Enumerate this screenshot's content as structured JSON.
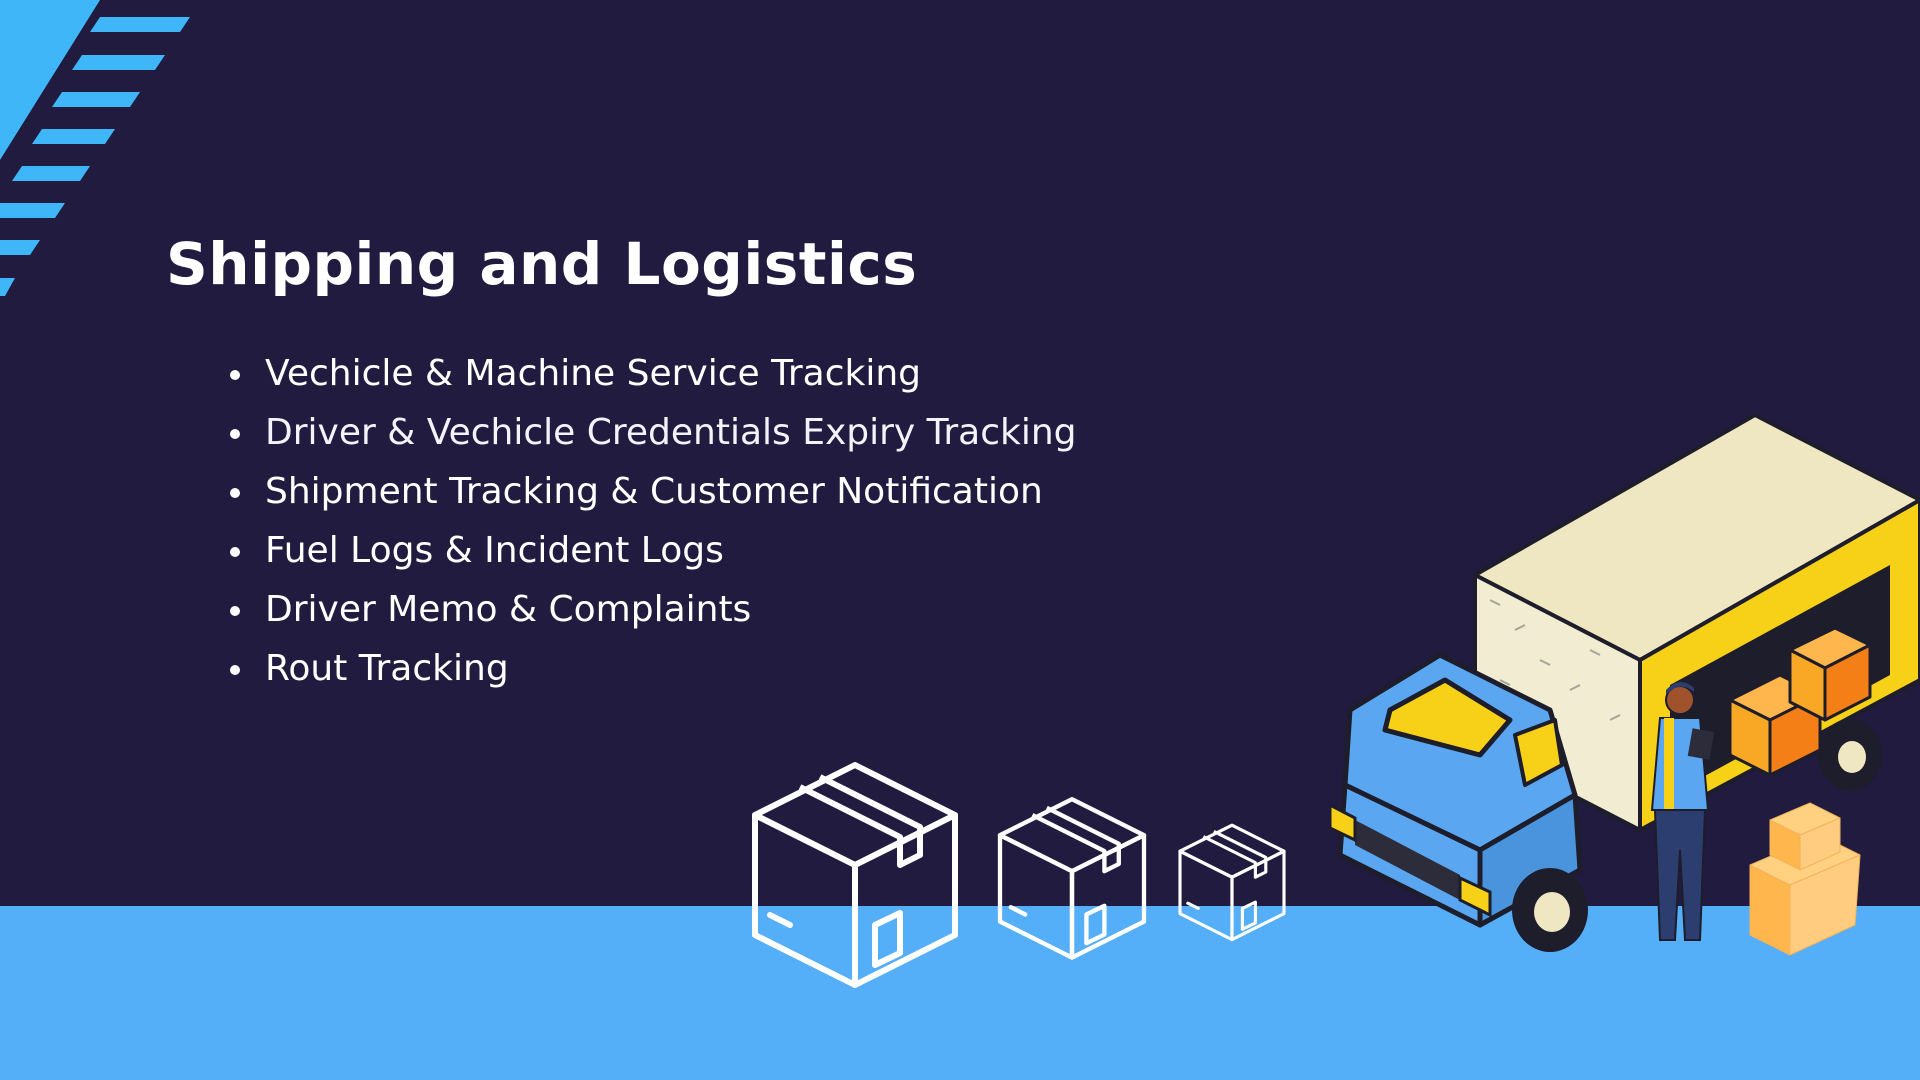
{
  "slide": {
    "title": "Shipping and Logistics",
    "bullets": [
      "Vechicle & Machine Service Tracking",
      "Driver & Vechicle Credentials Expiry Tracking",
      "Shipment Tracking & Customer Notification",
      "Fuel Logs & Incident Logs",
      "Driver Memo & Complaints",
      "Rout Tracking"
    ]
  },
  "colors": {
    "background": "#221b40",
    "floor": "#55aff8",
    "stripes": "#3fb6f7",
    "text": "#ffffff",
    "truck_body": "#5aa6f0",
    "truck_cargo": "#efe6c2",
    "box_orange": "#f9a825",
    "accent_yellow": "#f7d117"
  },
  "icons": [
    "diagonal-stripes-decoration",
    "box-outline-icon",
    "truck-illustration",
    "courier-person-illustration"
  ]
}
